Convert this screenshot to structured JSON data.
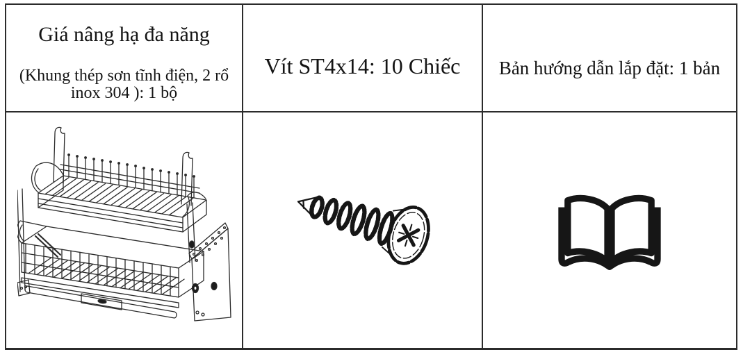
{
  "cells": {
    "rack": {
      "title": "Giá nâng hạ đa năng",
      "subtitle_line1": "(Khung thép sơn tĩnh điện, 2 rổ",
      "subtitle_line2": "inox 304  ): 1 bộ",
      "illustration": "two-tier-lifting-dish-rack-line-drawing"
    },
    "screw": {
      "title": "Vít ST4x14: 10 Chiếc",
      "illustration": "tapping-screw-line-drawing"
    },
    "manual": {
      "title": "Bản hướng dẫn lắp đặt: 1 bản",
      "illustration": "open-book-icon"
    }
  },
  "colors": {
    "ink": "#1c1c1c",
    "border": "#2b2b2b",
    "background": "#ffffff"
  }
}
